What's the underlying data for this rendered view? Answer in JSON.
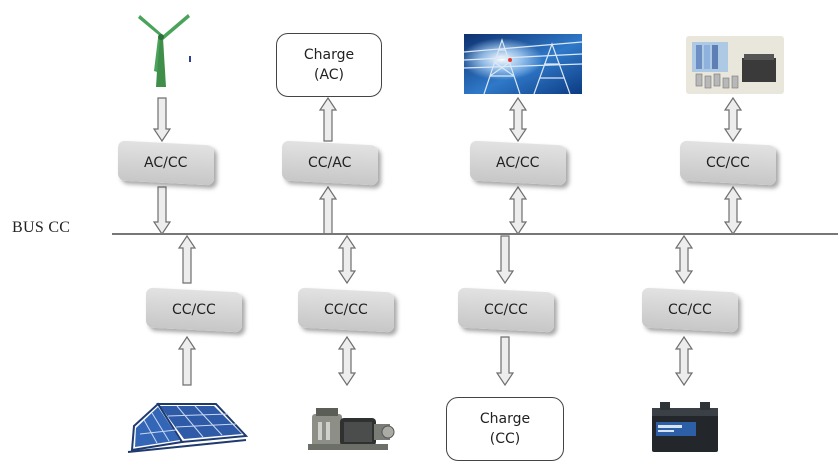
{
  "bus": {
    "label": "BUS CC"
  },
  "top_row": [
    {
      "device": "wind-turbine",
      "converter": "AC/CC",
      "flow": "down"
    },
    {
      "device": "charge-ac",
      "converter": "CC/AC",
      "flow": "up",
      "load_line1": "Charge",
      "load_line2": "(AC)"
    },
    {
      "device": "power-grid",
      "converter": "AC/CC",
      "flow": "both"
    },
    {
      "device": "supercapacitor-storage",
      "converter": "CC/CC",
      "flow": "both"
    }
  ],
  "bottom_row": [
    {
      "device": "solar-panel",
      "converter": "CC/CC",
      "flow": "up"
    },
    {
      "device": "electric-motor",
      "converter": "CC/CC",
      "flow": "both"
    },
    {
      "device": "charge-cc",
      "converter": "CC/CC",
      "flow": "down",
      "load_line1": "Charge",
      "load_line2": "(CC)"
    },
    {
      "device": "battery",
      "converter": "CC/CC",
      "flow": "both"
    }
  ],
  "colors": {
    "arrow_fill": "#ededed",
    "arrow_stroke": "#6f6f6f",
    "converter": "#d4d4d4",
    "bus": "#777777"
  }
}
